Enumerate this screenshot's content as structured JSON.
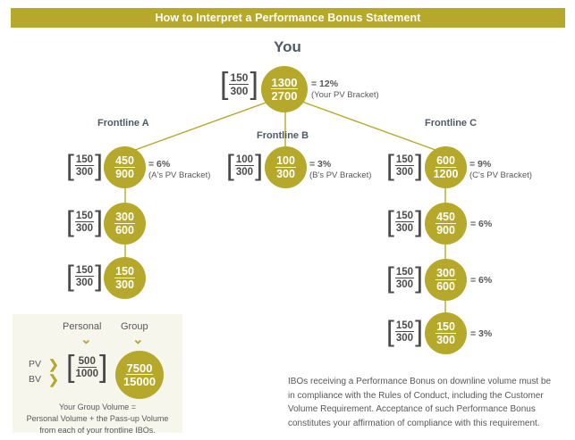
{
  "header": {
    "title": "How to Interpret a Performance Bonus Statement",
    "bar_color": "#b5a82a"
  },
  "diagram": {
    "root_label": "You",
    "accent_color": "#b5a82a",
    "root": {
      "bracket_num": "150",
      "bracket_den": "300",
      "circle_num": "1300",
      "circle_den": "2700",
      "percent": "= 12%",
      "percent_sub": "(Your PV Bracket)"
    },
    "branches": [
      {
        "label": "Frontline A",
        "nodes": [
          {
            "bracket_num": "150",
            "bracket_den": "300",
            "circle_num": "450",
            "circle_den": "900",
            "percent": "= 6%",
            "percent_sub": "(A's PV Bracket)"
          },
          {
            "bracket_num": "150",
            "bracket_den": "300",
            "circle_num": "300",
            "circle_den": "600",
            "percent": "",
            "percent_sub": ""
          },
          {
            "bracket_num": "150",
            "bracket_den": "300",
            "circle_num": "150",
            "circle_den": "300",
            "percent": "",
            "percent_sub": ""
          }
        ]
      },
      {
        "label": "Frontline B",
        "nodes": [
          {
            "bracket_num": "100",
            "bracket_den": "300",
            "circle_num": "100",
            "circle_den": "300",
            "percent": "= 3%",
            "percent_sub": "(B's PV Bracket)"
          }
        ]
      },
      {
        "label": "Frontline C",
        "nodes": [
          {
            "bracket_num": "150",
            "bracket_den": "300",
            "circle_num": "600",
            "circle_den": "1200",
            "percent": "= 9%",
            "percent_sub": "(C's PV Bracket)"
          },
          {
            "bracket_num": "150",
            "bracket_den": "300",
            "circle_num": "450",
            "circle_den": "900",
            "percent": "= 6%",
            "percent_sub": ""
          },
          {
            "bracket_num": "150",
            "bracket_den": "300",
            "circle_num": "300",
            "circle_den": "600",
            "percent": "= 6%",
            "percent_sub": ""
          },
          {
            "bracket_num": "150",
            "bracket_den": "300",
            "circle_num": "150",
            "circle_den": "300",
            "percent": "= 3%",
            "percent_sub": ""
          }
        ]
      }
    ]
  },
  "legend": {
    "personal_label": "Personal",
    "group_label": "Group",
    "chevron_down": "⌄",
    "row_arrow": "❯",
    "rows": [
      {
        "label": "PV"
      },
      {
        "label": "BV"
      }
    ],
    "bracket_num": "500",
    "bracket_den": "1000",
    "circle_num": "7500",
    "circle_den": "15000",
    "note_line1": "Your Group Volume =",
    "note_line2": "Personal Volume + the Pass-up Volume",
    "note_line3": "from each of your frontline IBOs.",
    "background": "#f6f6ec"
  },
  "disclaimer": {
    "text": "IBOs receiving a Performance Bonus on downline volume must be in compliance with the Rules of Conduct, including the Customer Volume Requirement. Acceptance of such Performance Bonus constitutes your affirmation of compliance with this requirement."
  }
}
